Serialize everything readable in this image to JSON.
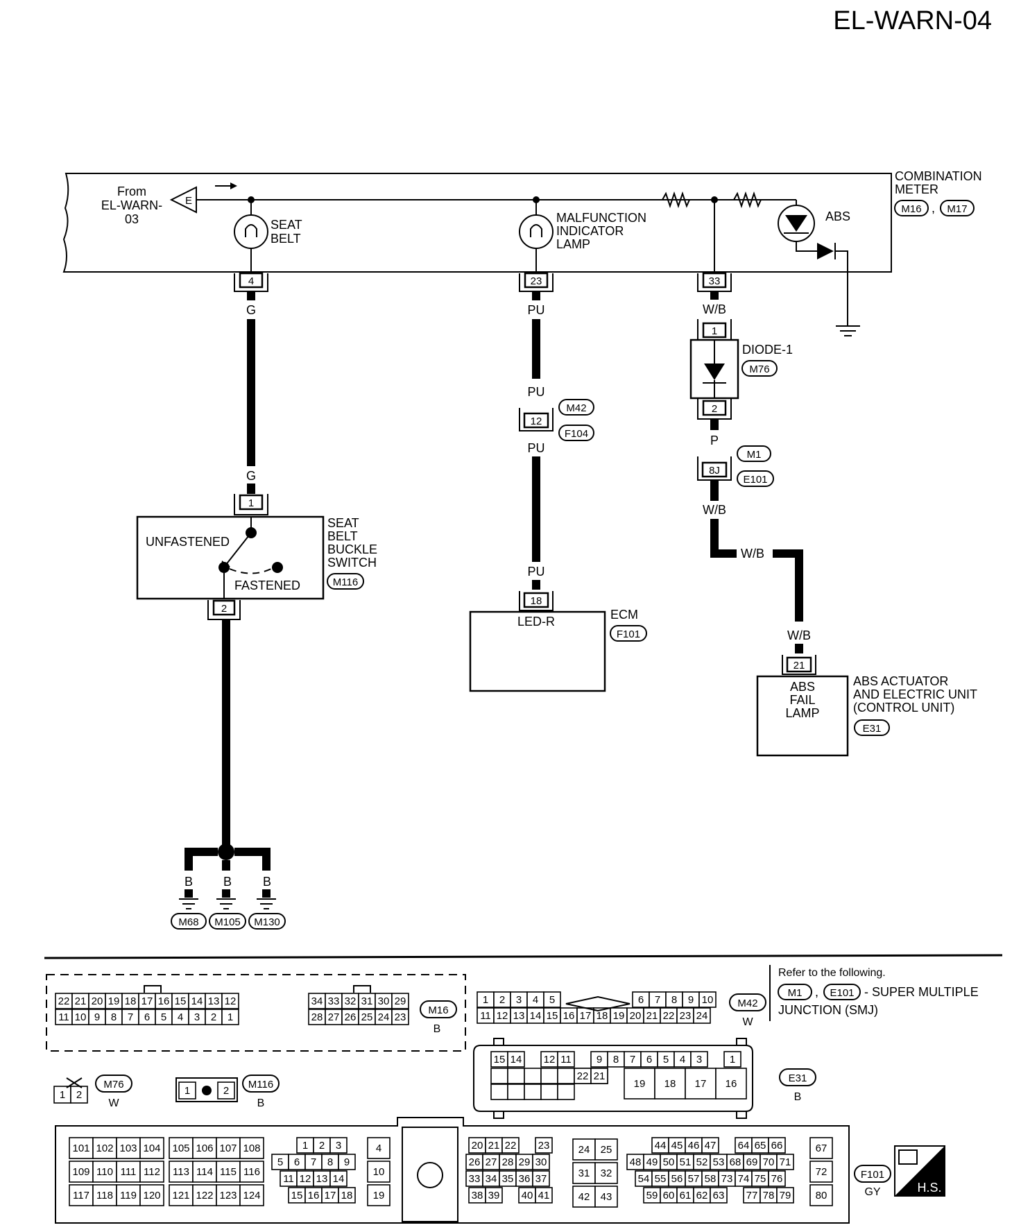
{
  "page_code": "EL-WARN-04",
  "from": {
    "line1": "From",
    "line2": "EL-WARN-",
    "line3": "03",
    "connector": "E"
  },
  "combination_meter": {
    "line1": "COMBINATION",
    "line2": "METER",
    "c1": "M16",
    "c2": "M17",
    "sep": ","
  },
  "lamps": {
    "seat_belt": {
      "line1": "SEAT",
      "line2": "BELT",
      "pin": "4"
    },
    "mil": {
      "line1": "MALFUNCTION",
      "line2": "INDICATOR",
      "line3": "LAMP",
      "pin": "23"
    },
    "abs": {
      "label": "ABS",
      "pin": "33"
    }
  },
  "wires": {
    "g1": "G",
    "g2": "G",
    "pu1": "PU",
    "pu2": "PU",
    "pu3": "PU",
    "pu4": "PU",
    "wb1": "W/B",
    "p": "P",
    "wb2": "W/B",
    "wb3": "W/B",
    "wb4": "W/B",
    "b1": "B",
    "b2": "B",
    "b3": "B"
  },
  "diode": {
    "name": "DIODE-1",
    "connector": "M76",
    "pin_in": "1",
    "pin_out": "2"
  },
  "inline_m42": {
    "pin": "12",
    "c1": "M42",
    "c2": "F104"
  },
  "inline_m1": {
    "pin": "8J",
    "c1": "M1",
    "c2": "E101"
  },
  "switch": {
    "line1": "SEAT",
    "line2": "BELT",
    "line3": "BUCKLE",
    "line4": "SWITCH",
    "connector": "M116",
    "pin_in": "1",
    "pin_out": "2",
    "unfastened": "UNFASTENED",
    "fastened": "FASTENED"
  },
  "ecm": {
    "label": "ECM",
    "connector": "F101",
    "pin": "18",
    "terminal": "LED-R"
  },
  "abs_unit": {
    "line1": "ABS ACTUATOR",
    "line2": "AND ELECTRIC UNIT",
    "line3": "(CONTROL UNIT)",
    "connector": "E31",
    "pin": "21",
    "t1": "ABS",
    "t2": "FAIL",
    "t3": "LAMP"
  },
  "grounds": {
    "g1": "M68",
    "g2": "M105",
    "g3": "M130"
  },
  "refer": {
    "line1": "Refer to the following.",
    "c1": "M1",
    "sep": ",",
    "c2": "E101",
    "line2": "- SUPER MULTIPLE",
    "line3": "JUNCTION (SMJ)"
  },
  "connectors": {
    "M16": {
      "name": "M16",
      "color": "B",
      "top": [
        "22",
        "21",
        "20",
        "19",
        "18",
        "17",
        "16",
        "15",
        "14",
        "13",
        "12"
      ],
      "bottom": [
        "11",
        "10",
        "9",
        "8",
        "7",
        "6",
        "5",
        "4",
        "3",
        "2",
        "1"
      ]
    },
    "M17": {
      "name": "M17",
      "color": "B",
      "top": [
        "34",
        "33",
        "32",
        "31",
        "30",
        "29"
      ],
      "bottom": [
        "28",
        "27",
        "26",
        "25",
        "24",
        "23"
      ]
    },
    "M42": {
      "name": "M42",
      "color": "W",
      "top_left": [
        "1",
        "2",
        "3",
        "4",
        "5"
      ],
      "top_right": [
        "6",
        "7",
        "8",
        "9",
        "10"
      ],
      "bottom": [
        "11",
        "12",
        "13",
        "14",
        "15",
        "16",
        "17",
        "18",
        "19",
        "20",
        "21",
        "22",
        "23",
        "24"
      ]
    },
    "M76": {
      "name": "M76",
      "color": "W",
      "pins": [
        "1",
        "2"
      ]
    },
    "M116": {
      "name": "M116",
      "color": "B",
      "pins": [
        "1",
        "2"
      ]
    },
    "E31": {
      "name": "E31",
      "color": "B",
      "top": [
        "15",
        "14",
        "",
        "12",
        "11",
        "",
        "9",
        "8",
        "7",
        "6",
        "5",
        "4",
        "3",
        "",
        "1"
      ],
      "mid": [
        "22",
        "21"
      ],
      "big": [
        "19",
        "18",
        "17",
        "16"
      ]
    },
    "F101": {
      "name": "F101",
      "color": "GY",
      "g1": [
        [
          "101",
          "102",
          "103",
          "104"
        ],
        [
          "109",
          "110",
          "111",
          "112"
        ],
        [
          "117",
          "118",
          "119",
          "120"
        ]
      ],
      "g2": [
        [
          "105",
          "106",
          "107",
          "108"
        ],
        [
          "113",
          "114",
          "115",
          "116"
        ],
        [
          "121",
          "122",
          "123",
          "124"
        ]
      ],
      "g3": [
        [
          "1",
          "2",
          "3"
        ],
        [
          "5",
          "6",
          "7",
          "8",
          "9"
        ],
        [
          "11",
          "12",
          "13",
          "14"
        ],
        [
          "15",
          "16",
          "17",
          "18"
        ]
      ],
      "g4": [
        "4",
        "10",
        "19"
      ],
      "g5": [
        [
          "20",
          "21",
          "22",
          "",
          "23"
        ],
        [
          "26",
          "27",
          "28",
          "29",
          "30"
        ],
        [
          "33",
          "34",
          "35",
          "36",
          "37"
        ],
        [
          "38",
          "39",
          "",
          "40",
          "41"
        ]
      ],
      "g6": [
        [
          "24",
          "25"
        ],
        [
          "31",
          "32"
        ],
        [
          "42",
          "43"
        ]
      ],
      "g7": [
        [
          "44",
          "45",
          "46",
          "47",
          "",
          "64",
          "65",
          "66"
        ],
        [
          "48",
          "49",
          "50",
          "51",
          "52",
          "53",
          "68",
          "69",
          "70",
          "71"
        ],
        [
          "54",
          "55",
          "56",
          "57",
          "58",
          "73",
          "74",
          "75",
          "76"
        ],
        [
          "59",
          "60",
          "61",
          "62",
          "63",
          "",
          "77",
          "78",
          "79"
        ]
      ],
      "g8": [
        "67",
        "72",
        "80"
      ]
    }
  },
  "hs": {
    "text": "H.S."
  }
}
